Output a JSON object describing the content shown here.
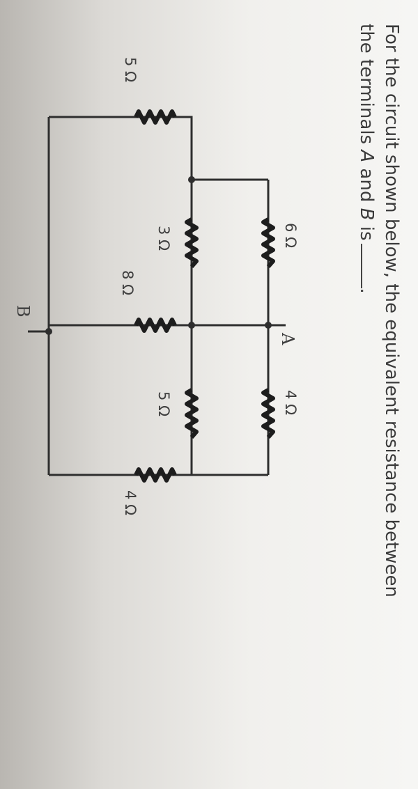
{
  "question": {
    "line1": "For the circuit shown below, the equivalent resistance between",
    "line2_pre": "the terminals ",
    "terminal_a": "A",
    "line2_mid": " and ",
    "terminal_b": "B",
    "line2_post": " is",
    "line2_end": "."
  },
  "circuit": {
    "labels": {
      "r_top_left": "5 Ω",
      "r_upper_left": "6 Ω",
      "r_upper_right": "4 Ω",
      "r_lower_left": "3 Ω",
      "r_lower_right": "5 Ω",
      "r_middle": "8 Ω",
      "r_bottom": "4 Ω"
    },
    "terminals": {
      "a": "A",
      "b": "B"
    }
  }
}
